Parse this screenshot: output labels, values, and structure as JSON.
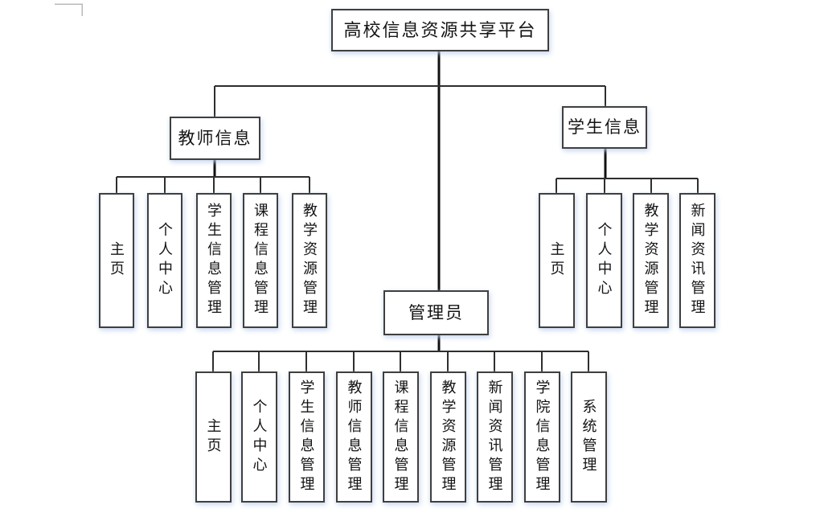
{
  "diagram": {
    "title": "高校信息资源共享平台",
    "root": {
      "label": "高校信息资源共享平台"
    },
    "branches": [
      {
        "label": "教师信息",
        "children": [
          "主页",
          "个人中心",
          "学生信息管理",
          "课程信息管理",
          "教学资源管理"
        ]
      },
      {
        "label": "学生信息",
        "children": [
          "主页",
          "个人中心",
          "教学资源管理",
          "新闻资讯管理"
        ]
      },
      {
        "label": "管理员",
        "children": [
          "主页",
          "个人中心",
          "学生信息管理",
          "教师信息管理",
          "课程信息管理",
          "教学资源管理",
          "新闻资讯管理",
          "学院信息管理",
          "系统管理"
        ]
      }
    ],
    "colors": {
      "background": "#ffffff",
      "box_border": "#3f3f3f",
      "line_main": "#111111",
      "line_branch": "#2e2e2e",
      "shadow": "#bacdeb",
      "text": "#141414",
      "page_border_fragment": "#b9b9b9"
    }
  }
}
